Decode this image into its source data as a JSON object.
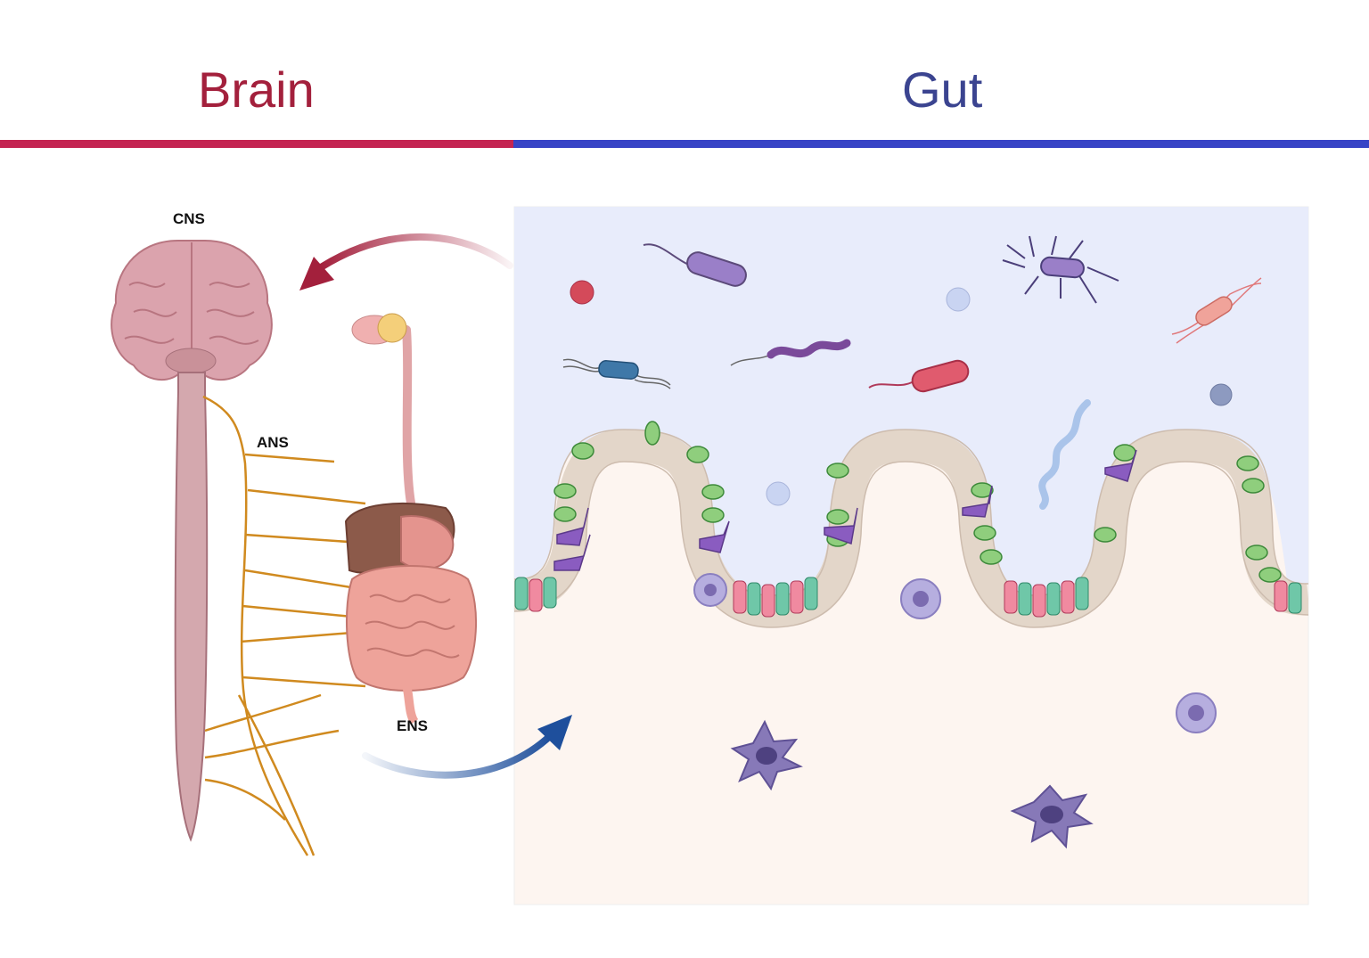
{
  "headers": {
    "brain": "Brain",
    "gut": "Gut"
  },
  "labels": {
    "cns": "CNS",
    "ans": "ANS",
    "ens": "ENS"
  },
  "colors": {
    "brain_accent": "#c42452",
    "gut_accent": "#3744c6",
    "lumen": "#e9edfb",
    "lamina": "#fdf3ee",
    "nerve": "#d08a1f"
  },
  "icons": [
    "brain-icon",
    "spinal-cord-icon",
    "digestive-system-icon",
    "bacteria-icon",
    "immune-cell-icon",
    "epithelium-icon"
  ]
}
